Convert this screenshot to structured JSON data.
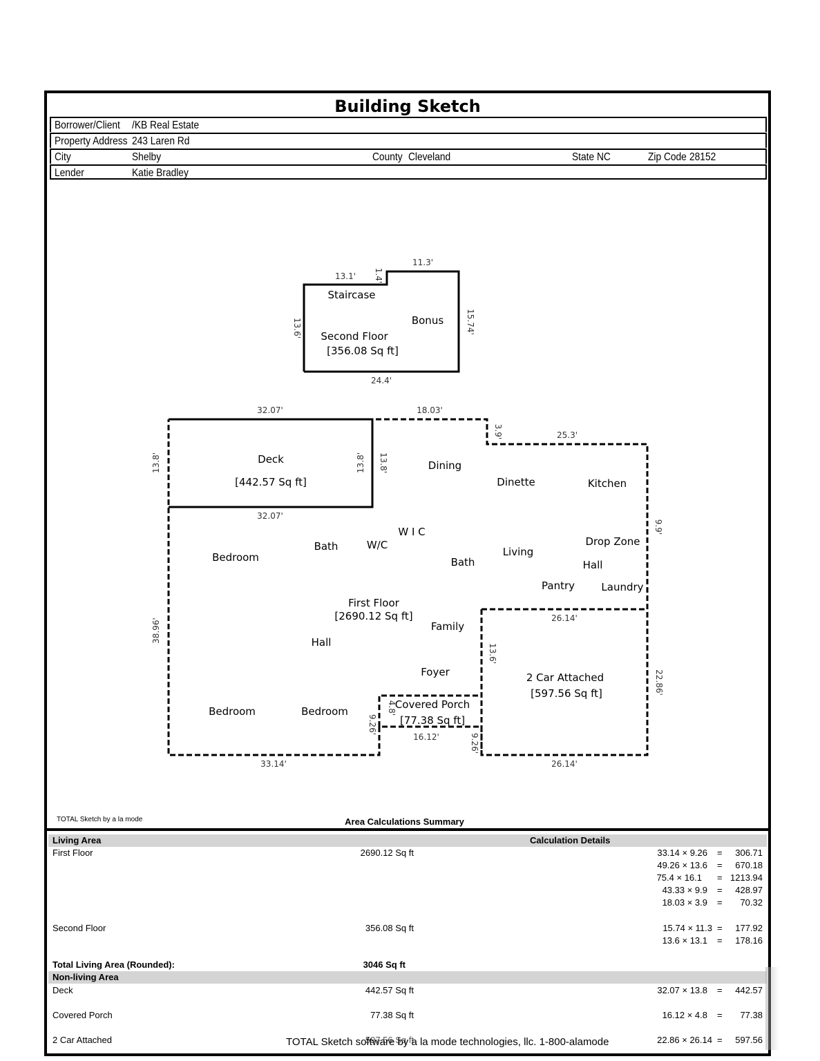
{
  "title": "Building Sketch",
  "header": {
    "borrower_label": "Borrower/Client",
    "borrower_value": "/KB Real Estate",
    "address_label": "Property Address",
    "address_value": "243 Laren Rd",
    "city_label": "City",
    "city_value": "Shelby",
    "county_label": "County",
    "county_value": "Cleveland",
    "state_label": "State",
    "state_value": "NC",
    "zip_label": "Zip Code",
    "zip_value": "28152",
    "lender_label": "Lender",
    "lender_value": "Katie Bradley"
  },
  "sketch": {
    "second_floor": {
      "name": "Second Floor",
      "area": "[356.08 Sq ft]",
      "rooms": [
        "Staircase",
        "Bonus"
      ],
      "dims": [
        "13.1'",
        "1.4'",
        "11.3'",
        "15.74'",
        "13.6'",
        "24.4'"
      ]
    },
    "deck": {
      "name": "Deck",
      "area": "[442.57 Sq ft]"
    },
    "first_floor": {
      "name": "First Floor",
      "area": "[2690.12 Sq ft]"
    },
    "garage": {
      "name": "2 Car Attached",
      "area": "[597.56 Sq ft]"
    },
    "porch": {
      "name": "Covered Porch",
      "area": "[77.38 Sq ft]"
    },
    "rooms": {
      "dining": "Dining",
      "dinette": "Dinette",
      "kitchen": "Kitchen",
      "wic": "W I C",
      "wc": "W/C",
      "bath1": "Bath",
      "bath2": "Bath",
      "bedroom1": "Bedroom",
      "bedroom2": "Bedroom",
      "bedroom3": "Bedroom",
      "living": "Living",
      "drop_zone": "Drop Zone",
      "hall1": "Hall",
      "hall2": "Hall",
      "pantry": "Pantry",
      "laundry": "Laundry",
      "family": "Family",
      "foyer": "Foyer"
    },
    "dims": {
      "top_left": "32.07'",
      "top_mid": "18.03'",
      "step": "3.9'",
      "top_right": "25.3'",
      "deck_left": "13.8'",
      "deck_right": "13.8'",
      "deck_bottom": "32.07'",
      "right_upper": "9.9'",
      "garage_top": "26.14'",
      "garage_left": "13.6'",
      "garage_right": "22.86'",
      "garage_bottom": "26.14'",
      "left": "38.96'",
      "bottom_left": "33.14'",
      "porch_left": "9.26'",
      "porch_inner": "4.8'",
      "porch_bottom": "16.12'",
      "porch_right": "9.26'"
    }
  },
  "credit_small": "TOTAL Sketch by a la mode",
  "summary": {
    "title": "Area Calculations Summary",
    "living_header": "Living Area",
    "calc_header": "Calculation Details",
    "rows": [
      {
        "label": "First Floor",
        "area": "2690.12 Sq ft",
        "calcs": [
          {
            "expr": "33.14 × 9.26",
            "eq": "=",
            "val": "306.71"
          },
          {
            "expr": "49.26 × 13.6",
            "eq": "=",
            "val": "670.18"
          },
          {
            "expr": "75.4 × 16.1",
            "eq": "=",
            "val": "1213.94"
          },
          {
            "expr": "43.33 × 9.9",
            "eq": "=",
            "val": "428.97"
          },
          {
            "expr": "18.03 × 3.9",
            "eq": "=",
            "val": "70.32"
          }
        ]
      },
      {
        "label": "Second Floor",
        "area": "356.08 Sq ft",
        "calcs": [
          {
            "expr": "15.74 × 11.3",
            "eq": "=",
            "val": "177.92"
          },
          {
            "expr": "13.6 × 13.1",
            "eq": "=",
            "val": "178.16"
          }
        ]
      }
    ],
    "total_label": "Total Living Area (Rounded):",
    "total_value": "3046 Sq ft",
    "nonliving_header": "Non-living Area",
    "nonliving": [
      {
        "label": "Deck",
        "area": "442.57 Sq ft",
        "expr": "32.07 × 13.8",
        "eq": "=",
        "val": "442.57"
      },
      {
        "label": "Covered Porch",
        "area": "77.38 Sq ft",
        "expr": "16.12 × 4.8",
        "eq": "=",
        "val": "77.38"
      },
      {
        "label": "2 Car Attached",
        "area": "597.56 Sq ft",
        "expr": "22.86 × 26.14",
        "eq": "=",
        "val": "597.56"
      }
    ]
  },
  "footer": "TOTAL Sketch software by a la mode technologies, llc. 1-800-alamode"
}
